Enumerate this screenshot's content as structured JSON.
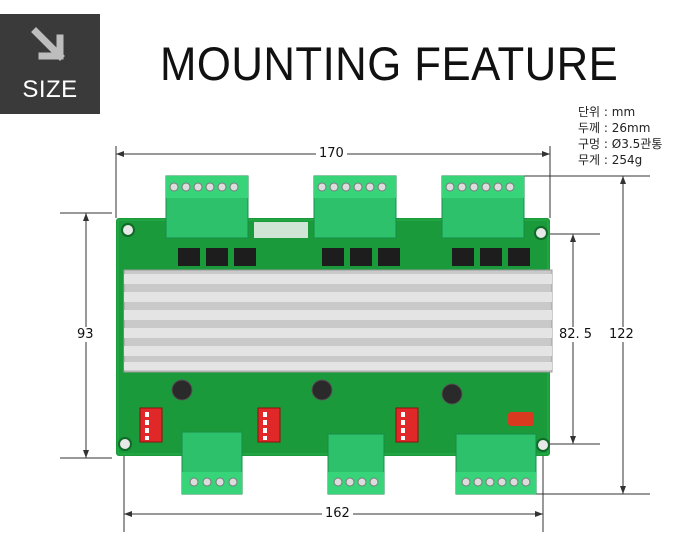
{
  "badge": {
    "label": "SIZE"
  },
  "title": "MOUNTING FEATURE",
  "specs": [
    "단위 : mm",
    "두께 : 26mm",
    "구멍 : Ø3.5관통",
    "무게 : 254g"
  ],
  "dimensions": {
    "top_width": "170",
    "bottom_width": "162",
    "left_height": "93",
    "right_inner_height": "82. 5",
    "right_outer_height": "122"
  },
  "colors": {
    "pcb": "#1a9a3a",
    "terminal": "#2cc16a",
    "heatsink": "#d4d4d4",
    "dip_switch": "#e02828",
    "badge": "#3a3a3a"
  }
}
